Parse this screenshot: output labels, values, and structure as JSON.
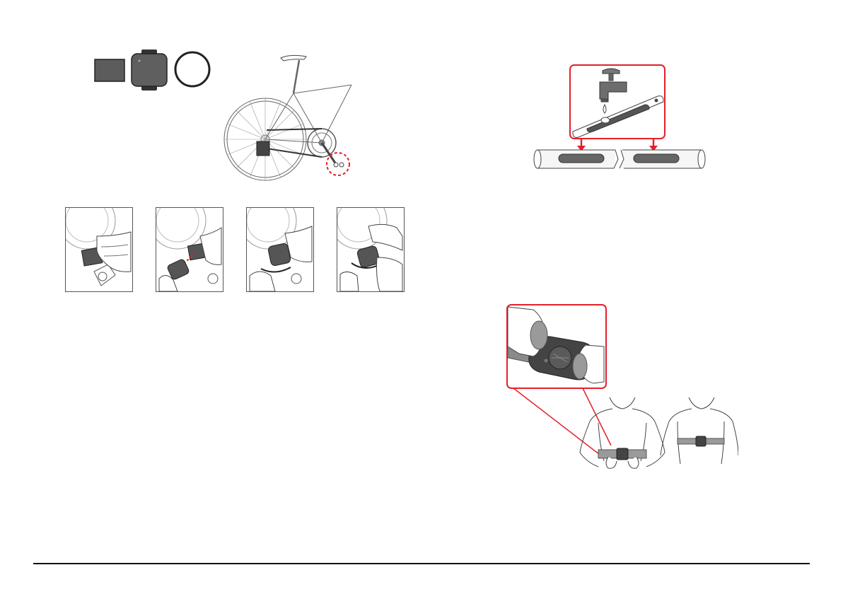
{
  "page": {
    "background": "#ffffff",
    "accent_color": "#e4202a",
    "ink_color": "#333333"
  },
  "figures": [
    {
      "name": "sensor-parts",
      "icons": [
        "rubber-pad-icon",
        "cadence-sensor-icon",
        "rubber-band-icon"
      ]
    },
    {
      "name": "bicycle-crank-location",
      "icons": [
        "bicycle-icon",
        "crank-highlight-circle-icon"
      ]
    },
    {
      "name": "sensor-mounting-steps",
      "step_count": 4
    },
    {
      "name": "wet-electrodes",
      "icons": [
        "water-tap-icon",
        "water-drop-icon",
        "chest-strap-electrode-icon"
      ]
    },
    {
      "name": "wear-heart-rate-strap",
      "icons": [
        "hand-icon",
        "strap-transmitter-icon",
        "torso-icon"
      ]
    }
  ]
}
